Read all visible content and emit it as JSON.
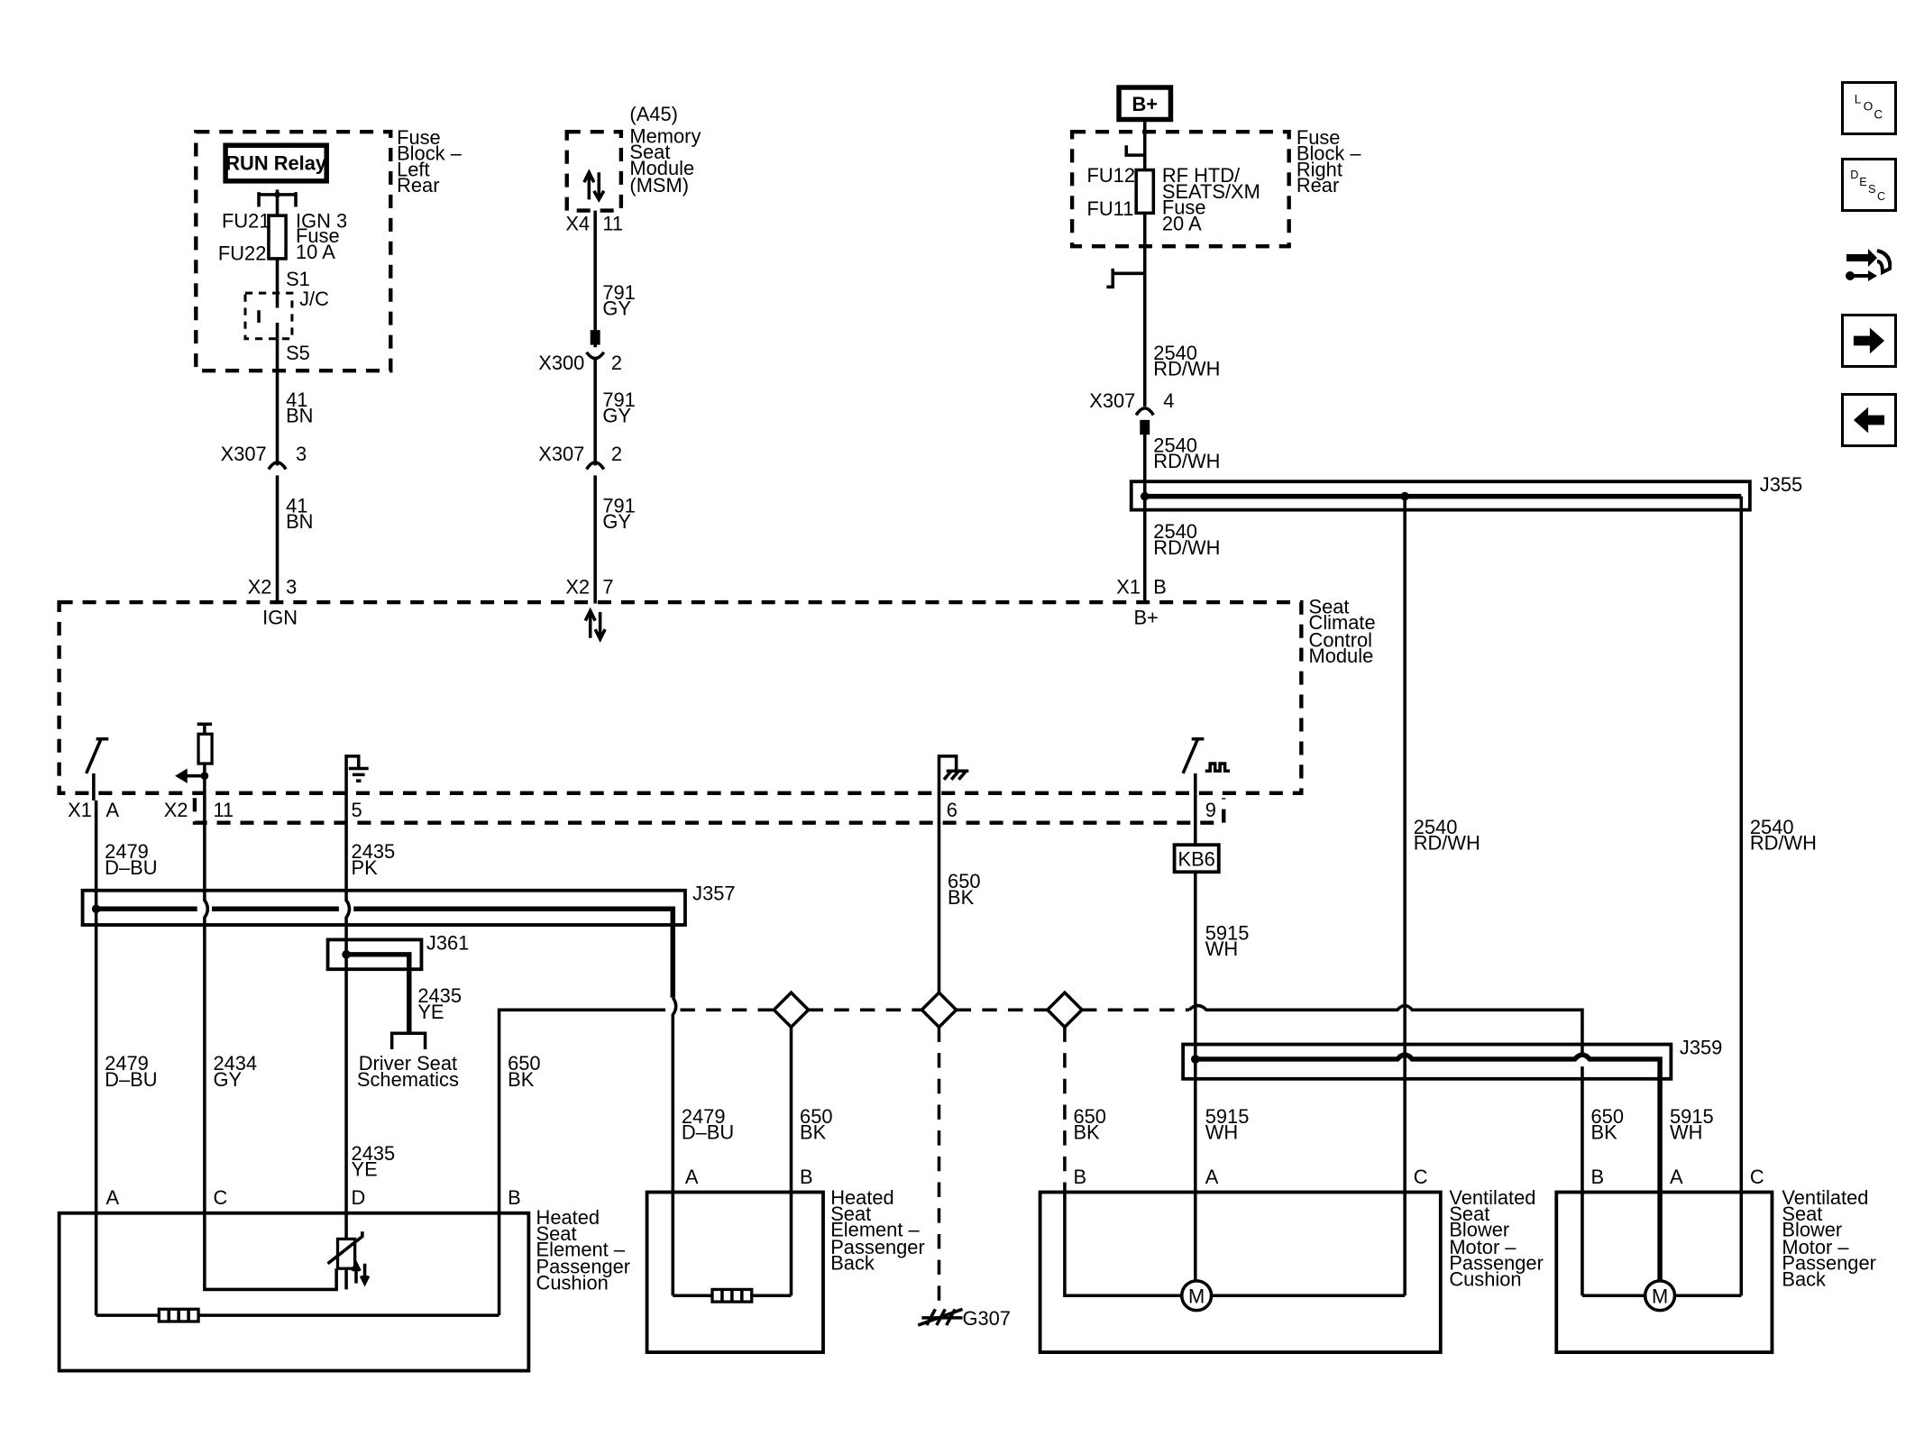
{
  "nav": {
    "loc": "LOC",
    "desc": "DESC"
  },
  "fuse_left": {
    "relay": "RUN Relay",
    "f1": "FU21",
    "f2": "FU22",
    "fuse_l1": "IGN 3",
    "fuse_l2": "Fuse",
    "fuse_l3": "10 A",
    "s1": "S1",
    "jc": "J/C",
    "s5": "S5",
    "title": [
      "Fuse",
      "Block –",
      "Left",
      "Rear"
    ]
  },
  "msm": {
    "title": [
      "(A45)",
      "Memory",
      "Seat",
      "Module",
      "(MSM)"
    ],
    "conn": "X4",
    "pin": "11"
  },
  "fuse_right": {
    "bplus": "B+",
    "f1": "FU12",
    "f2": "FU11",
    "fuse_l1": "RF HTD/",
    "fuse_l2": "SEATS/XM",
    "fuse_l3": "Fuse",
    "fuse_l4": "20 A",
    "title": [
      "Fuse",
      "Block –",
      "Right",
      "Rear"
    ]
  },
  "wires": {
    "w41": {
      "num": "41",
      "color": "BN"
    },
    "w791": {
      "num": "791",
      "color": "GY"
    },
    "w2540": {
      "num": "2540",
      "color": "RD/WH"
    },
    "w2479": {
      "num": "2479",
      "color": "D–BU"
    },
    "w2434": {
      "num": "2434",
      "color": "GY"
    },
    "w2435pk": {
      "num": "2435",
      "color": "PK"
    },
    "w2435ye": {
      "num": "2435",
      "color": "YE"
    },
    "w650": {
      "num": "650",
      "color": "BK"
    },
    "w5915": {
      "num": "5915",
      "color": "WH"
    }
  },
  "connectors": {
    "x307": "X307",
    "x300": "X300",
    "x2": "X2",
    "x1": "X1",
    "p3": "3",
    "p2": "2",
    "p4": "4",
    "p7": "7",
    "pB": "B",
    "pA": "A",
    "p11": "11",
    "p5": "5",
    "p6": "6",
    "p9": "9",
    "pC": "C",
    "pD": "D"
  },
  "scc": {
    "title": [
      "Seat",
      "Climate",
      "Control",
      "Module"
    ],
    "ign": "IGN",
    "bplus": "B+"
  },
  "splices": {
    "j355": "J355",
    "j357": "J357",
    "j361": "J361",
    "j359": "J359"
  },
  "kb6": "KB6",
  "driver_seat": [
    "Driver Seat",
    "Schematics"
  ],
  "ground": "G307",
  "motor": "M",
  "components": {
    "hs_cushion": [
      "Heated",
      "Seat",
      "Element –",
      "Passenger",
      "Cushion"
    ],
    "hs_back": [
      "Heated",
      "Seat",
      "Element –",
      "Passenger",
      "Back"
    ],
    "vs_cushion": [
      "Ventilated",
      "Seat",
      "Blower",
      "Motor –",
      "Passenger",
      "Cushion"
    ],
    "vs_back": [
      "Ventilated",
      "Seat",
      "Blower",
      "Motor –",
      "Passenger",
      "Back"
    ]
  }
}
